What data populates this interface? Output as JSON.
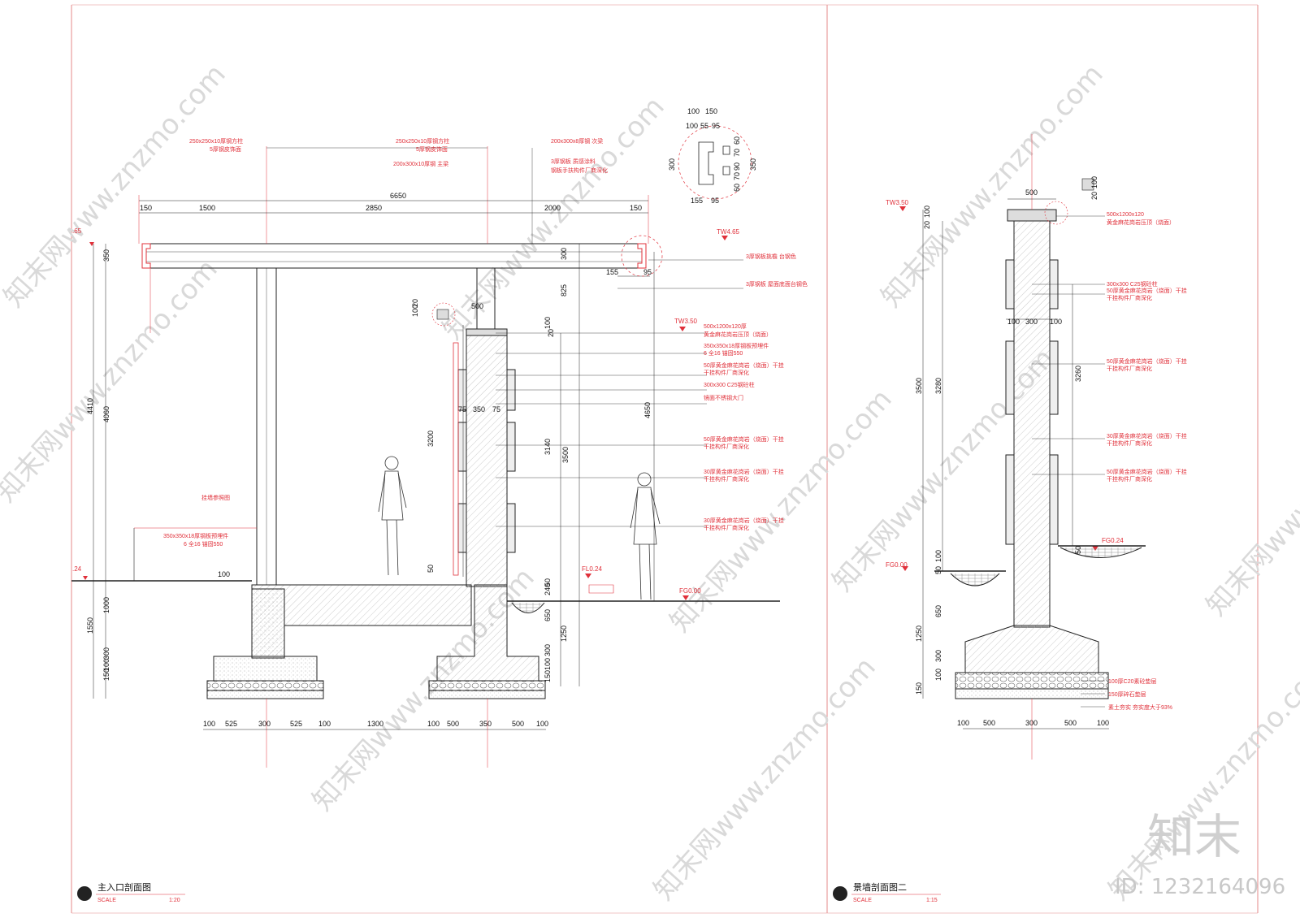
{
  "sheets": [
    {
      "title": "主入口剖面图",
      "scale_label": "SCALE",
      "scale_value": "1:20"
    },
    {
      "title": "景墙剖面图二",
      "scale_label": "SCALE",
      "scale_value": "1:15"
    }
  ],
  "left_section": {
    "top_dims": [
      "6650",
      "150",
      "1500",
      "2850",
      "2000",
      "150"
    ],
    "beam_dims": [
      "350",
      "300",
      "155",
      "95"
    ],
    "detail_dims": [
      "100",
      "150",
      "100",
      "55",
      "95",
      "300",
      "155",
      "95",
      "60",
      "70",
      "90",
      "70",
      "60",
      "350"
    ],
    "vertical_dims": [
      "4410",
      "4060",
      "1550",
      "1000",
      "300",
      "150",
      "100",
      "825",
      "3200",
      "3140",
      "3500",
      "4650",
      "1250",
      "650",
      "300",
      "150",
      "100",
      "50",
      "240",
      "100",
      "20",
      "100",
      "20",
      "50",
      "100",
      "250"
    ],
    "wall_dims": [
      "500",
      "75",
      "350",
      "75"
    ],
    "bottom_dims": [
      "100",
      "525",
      "300",
      "525",
      "100",
      "1300",
      "100",
      "500",
      "350",
      "500",
      "100"
    ],
    "levels": [
      "TW4.65",
      "TW3.50",
      "FL0.24",
      "FG0.00",
      ".65",
      ".24"
    ],
    "notes": [
      "250x250x10厚钢方柱",
      "5厚钢皮饰面",
      "250x250x10厚钢方柱",
      "5厚钢皮饰面",
      "200x300x10厚钢 主梁",
      "200x300x8厚钢 次梁",
      "3厚钢板 质感涂料",
      "钢板手扶构件厂商深化",
      "3厚钢板挑檐 台钢色",
      "3厚钢板 屋面底面台钢色",
      "500x1200x120厚",
      "黄金麻花岗岩压顶（烧面）",
      "350x350x18厚钢板预埋件",
      "6 全16 锚固550",
      "50厚黄金麻花岗岩（烧面）干挂",
      "干挂构件厂商深化",
      "300x300 C25钢砼柱",
      "镜面不锈钢大门",
      "50厚黄金麻花岗岩（烧面）干挂",
      "干挂构件厂商深化",
      "30厚黄金麻花岗岩（烧面）干挂",
      "干挂构件厂商深化",
      "30厚黄金麻花岗岩（烧面）干挂",
      "干挂构件厂商深化",
      "挂墙参照图",
      "350x350x18厚钢板预埋件",
      "6 全16 锚固550"
    ]
  },
  "right_section": {
    "top_dims": [
      "500",
      "20",
      "100",
      "20",
      "100"
    ],
    "vertical_dims": [
      "3500",
      "3280",
      "3260",
      "1250",
      "650",
      "300",
      "150",
      "100",
      "50",
      "100",
      "50"
    ],
    "mid_dims": [
      "100",
      "300",
      "100"
    ],
    "bottom_dims": [
      "100",
      "500",
      "300",
      "500",
      "100"
    ],
    "levels": [
      "TW3.50",
      "FG0.24",
      "FG0.00"
    ],
    "notes": [
      "500x1200x120",
      "黄金麻花岗岩压顶（烧面）",
      "300x300 C25钢砼柱",
      "50厚黄金麻花岗岩（烧面）干挂",
      "干挂构件厂商深化",
      "50厚黄金麻花岗岩（烧面）干挂",
      "干挂构件厂商深化",
      "30厚黄金麻花岗岩（烧面）干挂",
      "干挂构件厂商深化",
      "50厚黄金麻花岗岩（烧面）干挂",
      "干挂构件厂商深化",
      "100厚C20素砼垫层",
      "150厚碎石垫层",
      "素土夯实 夯实度大于93%"
    ]
  },
  "watermark": {
    "brand": "知末",
    "id_text": "ID: 1232164096",
    "repeat_text": "知末网www.znzmo.com"
  },
  "colors": {
    "linework": "#222222",
    "annotation": "#e0303a",
    "frame": "#e58a8a",
    "hatch": "#9a9a9a",
    "watermark": "#d0d0d0"
  }
}
